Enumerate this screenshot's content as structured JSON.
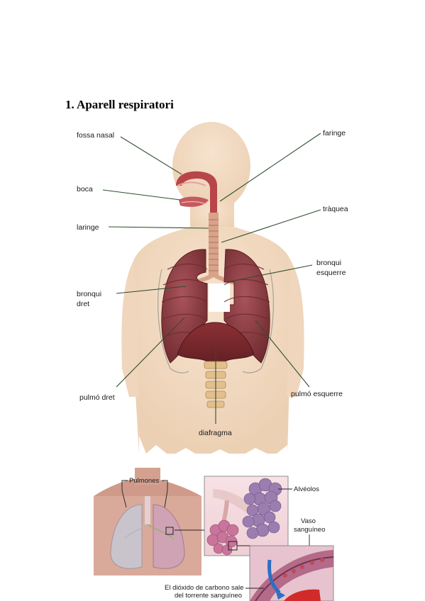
{
  "section": {
    "title": "1. Aparell respiratori"
  },
  "diagram1": {
    "labels": {
      "fossa_nasal": "fossa nasal",
      "faringe": "faringe",
      "boca": "boca",
      "traquea": "tràquea",
      "laringe": "laringe",
      "bronqui_esquerre_1": "bronqui",
      "bronqui_esquerre_2": "esquerre",
      "bronqui_dret_1": "bronqui",
      "bronqui_dret_2": "dret",
      "pulmo_dret": "pulmó dret",
      "pulmo_esquerre": "pulmó esquerre",
      "diafragma": "diafragma"
    }
  },
  "diagram2": {
    "labels": {
      "pulmones": "Pulmones",
      "alveolos": "Alvéolos",
      "vaso_1": "Vaso",
      "vaso_2": "sanguíneo",
      "dioxido_1": "El dióxido de carbono sale",
      "dioxido_2": "del torrente sanguíneo"
    }
  },
  "colors": {
    "skin": "#f3dcc4",
    "lung": "#8e3b3f",
    "diaphragm": "#7a2a2e",
    "trachea": "#d9a38a",
    "leader": "#2f4f2f"
  }
}
